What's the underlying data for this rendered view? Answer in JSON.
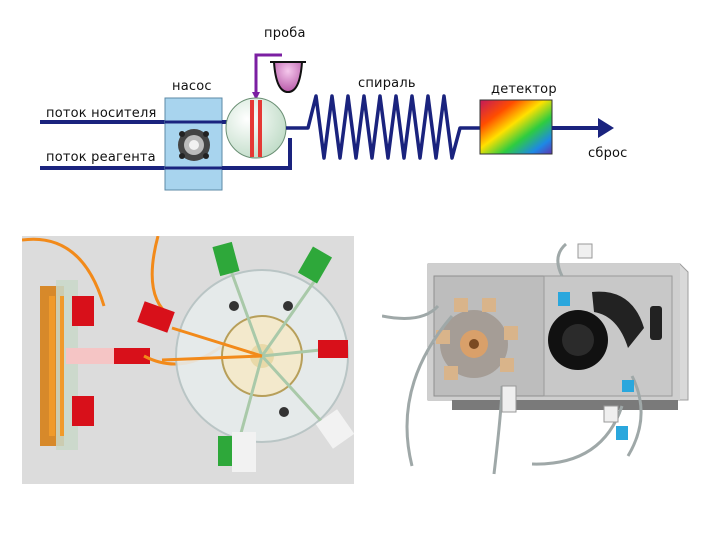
{
  "diagram": {
    "labels": {
      "carrier_stream": "поток носителя",
      "reagent_stream": "поток реагента",
      "pump": "насос",
      "sample": "проба",
      "coil": "спираль",
      "detector": "детектор",
      "waste": "сброс"
    },
    "colors": {
      "line": "#1a237e",
      "pump_box": "#a8d4ee",
      "sample_valve": "#e8f3ea",
      "sample_cup": "#d07ac4",
      "arrow": "#1a237e"
    },
    "icons": [
      "peristaltic-pump-icon",
      "injection-valve-icon",
      "sample-cup-icon",
      "coil-icon",
      "detector-spectrum-icon",
      "arrow-icon"
    ]
  },
  "photos": [
    {
      "name": "injection-valve-photo",
      "colors": {
        "background": "#dcdcdc",
        "fittings_green": "#2ea83a",
        "fittings_red": "#d8101a",
        "tubing_orange": "#f28a1a"
      }
    },
    {
      "name": "fia-instrument-photo",
      "colors": {
        "case": "#d9d9d9",
        "panel": "#bdbdbd",
        "rotor": "#111111",
        "connectors_blue": "#2aa7dd"
      }
    }
  ]
}
